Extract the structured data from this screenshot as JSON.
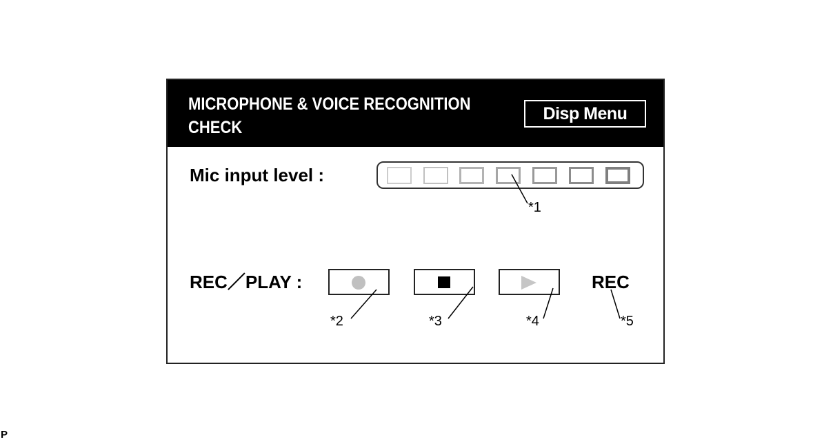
{
  "header": {
    "title_line1": "MICROPHONE & VOICE RECOGNITION",
    "title_line2": "CHECK",
    "disp_menu_label": "Disp Menu"
  },
  "mic": {
    "label": "Mic input level :",
    "cell_count": 7
  },
  "recplay": {
    "label": "REC／PLAY :",
    "status": "REC",
    "buttons": [
      "record-icon",
      "stop-icon",
      "play-icon"
    ]
  },
  "callouts": [
    "*1",
    "*2",
    "*3",
    "*4",
    "*5"
  ],
  "corner_mark": "P",
  "colors": {
    "header_bg": "#000000",
    "record_dot": "#c0c0c0",
    "play_triangle": "#c6c6c6",
    "meter_cell_borders": [
      "#cccccc",
      "#c0c0c0",
      "#b3b3b3",
      "#a6a6a6",
      "#999999",
      "#8c8c8c",
      "#7f7f7f"
    ]
  }
}
